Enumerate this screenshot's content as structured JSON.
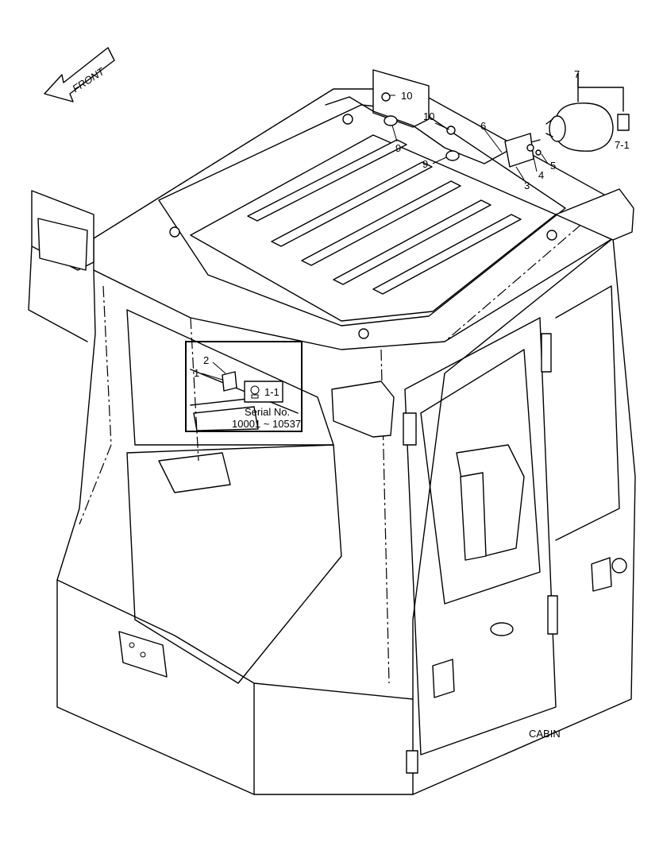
{
  "direction_label": "FRONT",
  "callouts": [
    {
      "id": "c1",
      "text": "1"
    },
    {
      "id": "c2",
      "text": "2"
    },
    {
      "id": "c3",
      "text": "3"
    },
    {
      "id": "c4",
      "text": "4"
    },
    {
      "id": "c5",
      "text": "5"
    },
    {
      "id": "c6",
      "text": "6"
    },
    {
      "id": "c7",
      "text": "7"
    },
    {
      "id": "c7_1",
      "text": "7-1"
    },
    {
      "id": "c9a",
      "text": "9"
    },
    {
      "id": "c9b",
      "text": "9"
    },
    {
      "id": "c10a",
      "text": "10"
    },
    {
      "id": "c10b",
      "text": "10"
    }
  ],
  "inset": {
    "part_label": "1-1",
    "serial_label": "Serial No.",
    "serial_range": "10001 ~ 10537"
  },
  "caption": "CABIN"
}
